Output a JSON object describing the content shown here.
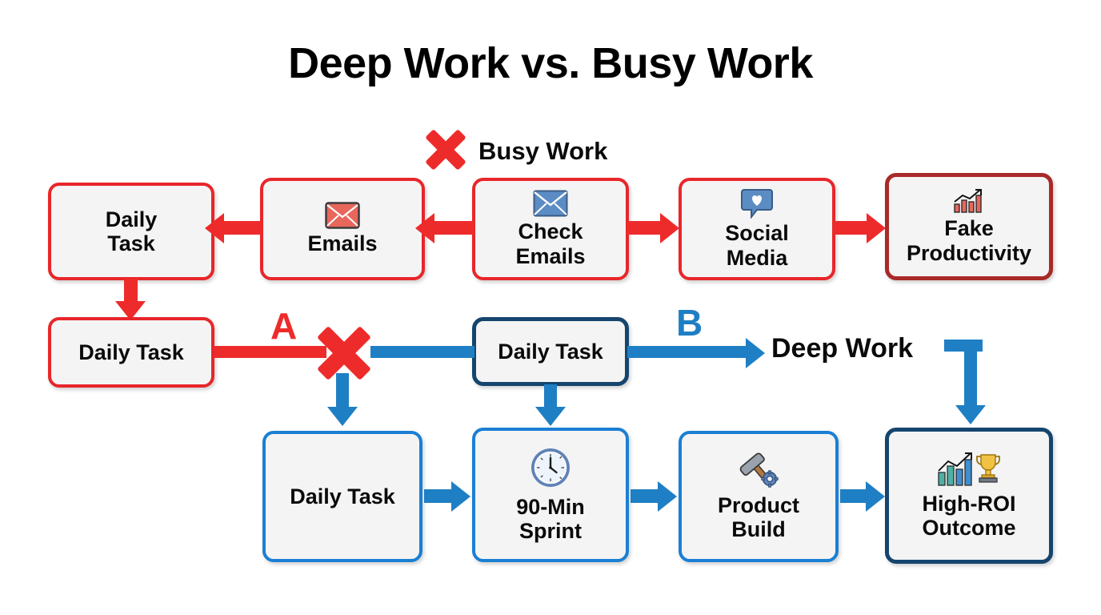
{
  "page": {
    "title": "Deep Work vs. Busy Work",
    "background": "#ffffff"
  },
  "colors": {
    "red": "#e8262a",
    "red_arrow": "#ee2b2b",
    "dark_red": "#a82a28",
    "blue": "#1b7fd4",
    "blue_arrow": "#1f7fc4",
    "navy": "#15456e",
    "box_fill": "#f4f4f4",
    "text": "#0a0a0a"
  },
  "busy_work_header": {
    "icon": "red-cross-icon",
    "label": "Busy Work"
  },
  "routes": {
    "a": "A",
    "b": "B"
  },
  "deep_work_label": "Deep Work",
  "busy_row": [
    {
      "id": "busy-daily-task",
      "label": "Daily\nTask",
      "icon": null,
      "border": "red"
    },
    {
      "id": "busy-emails",
      "label": "Emails",
      "icon": "red-envelope-icon",
      "border": "red"
    },
    {
      "id": "busy-check-emails",
      "label": "Check\nEmails",
      "icon": "blue-envelope-icon",
      "border": "red"
    },
    {
      "id": "busy-social-media",
      "label": "Social\nMedia",
      "icon": "social-heart-icon",
      "border": "red"
    },
    {
      "id": "busy-fake-prod",
      "label": "Fake\nProductivity",
      "icon": "chart-up-red-icon",
      "border": "darkred"
    }
  ],
  "middle_row": [
    {
      "id": "mid-daily-task-left",
      "label": "Daily Task",
      "border": "red"
    },
    {
      "id": "mid-daily-task-center",
      "label": "Daily Task",
      "border": "navy"
    }
  ],
  "deep_row": [
    {
      "id": "deep-daily-task",
      "label": "Daily Task",
      "icon": null,
      "border": "blue"
    },
    {
      "id": "deep-90-min",
      "label": "90-Min\nSprint",
      "icon": "clock-icon",
      "border": "blue"
    },
    {
      "id": "deep-product",
      "label": "Product\nBuild",
      "icon": "hammer-gear-icon",
      "border": "blue"
    },
    {
      "id": "deep-high-roi",
      "label": "High-ROI\nOutcome",
      "icon": "chart-trophy-icon",
      "border": "navy"
    }
  ]
}
